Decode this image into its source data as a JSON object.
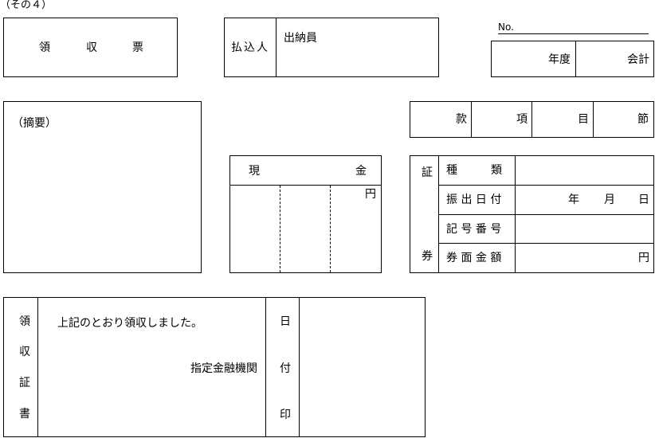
{
  "header": {
    "sub_title": "（その４）",
    "no_label": "No."
  },
  "receipt_box": {
    "title_chars": [
      "領",
      "収",
      "票"
    ]
  },
  "payer": {
    "label": "払込人",
    "value": "出納員"
  },
  "fiscal": {
    "year_label": "年度",
    "account_label": "会計"
  },
  "summary": {
    "label": "（摘要）"
  },
  "budget": {
    "kan": "款",
    "kou": "項",
    "moku": "目",
    "setsu": "節"
  },
  "cash": {
    "label_left": "現",
    "label_right": "金",
    "unit": "円"
  },
  "securities": {
    "side_top": "証",
    "side_bottom": "券",
    "rows": [
      {
        "label": "種　　　類",
        "value": ""
      },
      {
        "label": "振 出 日 付",
        "year": "年",
        "month": "月",
        "day": "日"
      },
      {
        "label": "記 号 番 号",
        "value": ""
      },
      {
        "label": "券 面 金 額",
        "unit": "円"
      }
    ]
  },
  "certificate": {
    "side_chars": [
      "領",
      "収",
      "証",
      "書"
    ],
    "statement": "上記のとおり領収しました。",
    "institution": "指定金融機関",
    "date_chars": [
      "日",
      "付",
      "印"
    ]
  }
}
